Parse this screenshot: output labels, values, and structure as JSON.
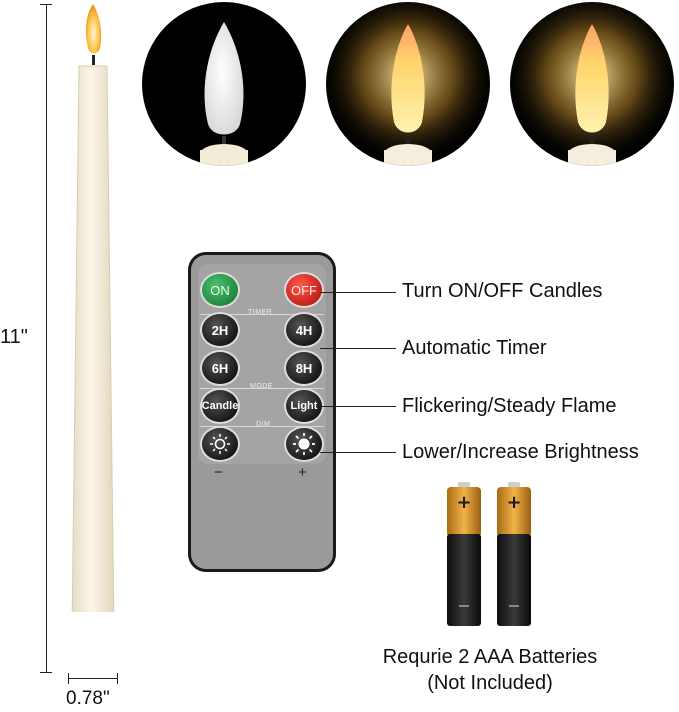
{
  "dimensions": {
    "height_label": "11\"",
    "width_label": "0.78\""
  },
  "remote": {
    "on_label": "ON",
    "off_label": "OFF",
    "timer_label": "TIMER",
    "timer_buttons": [
      "2H",
      "4H",
      "6H",
      "8H"
    ],
    "mode_label": "MODE",
    "mode_buttons": [
      "Candle",
      "Light"
    ],
    "dim_label": "DIM",
    "minus_label": "−",
    "plus_label": "+"
  },
  "callouts": [
    "Turn ON/OFF Candles",
    "Automatic Timer",
    "Flickering/Steady Flame",
    "Lower/Increase Brightness"
  ],
  "battery_note": {
    "line1": "Requrie 2 AAA Batteries",
    "line2": "(Not Included)"
  },
  "colors": {
    "on_button": "#1f8a3f",
    "off_button": "#c3221a",
    "remote_body": "#9a9a9a",
    "candle_ivory": "#f3ecd9",
    "flame_glow": "#ffcc55",
    "battery_gold": "#c98a2a"
  },
  "icons": [
    "candle-flame-icon",
    "sun-dim-icon",
    "sun-bright-icon",
    "battery-icon"
  ]
}
